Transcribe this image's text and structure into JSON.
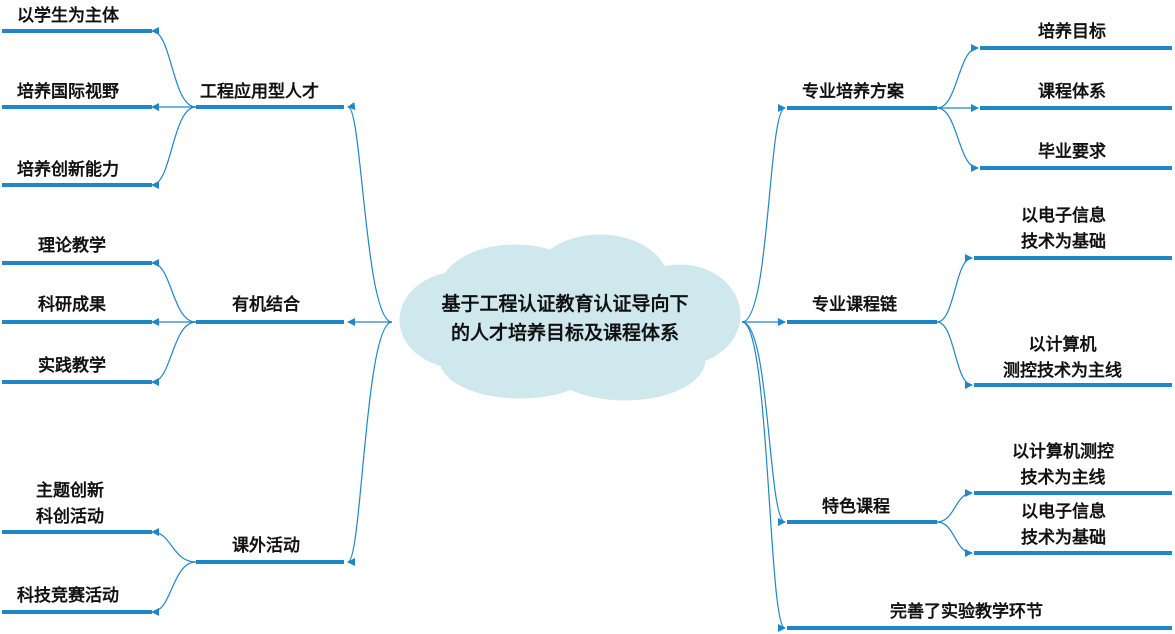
{
  "center": {
    "title": "基于工程认证教育认证导向下\n的人才培养目标及课程体系",
    "cloud_color": "#cfe8ee"
  },
  "colors": {
    "line": "#1f86c8",
    "text": "#111111"
  },
  "left": [
    {
      "label": "工程应用型人才",
      "children": [
        "以学生为主体",
        "培养国际视野",
        "培养创新能力"
      ]
    },
    {
      "label": "有机结合",
      "children": [
        "理论教学",
        "科研成果",
        "实践教学"
      ]
    },
    {
      "label": "课外活动",
      "children": [
        "主题创新\n科创活动",
        "科技竞赛活动"
      ]
    }
  ],
  "right": [
    {
      "label": "专业培养方案",
      "children": [
        "培养目标",
        "课程体系",
        "毕业要求"
      ]
    },
    {
      "label": "专业课程链",
      "children": [
        "以电子信息\n技术为基础",
        "以计算机\n测控技术为主线"
      ]
    },
    {
      "label": "特色课程",
      "children": [
        "以计算机测控\n技术为主线",
        "以电子信息\n技术为基础"
      ]
    },
    {
      "label": "完善了实验教学环节",
      "children": []
    }
  ]
}
